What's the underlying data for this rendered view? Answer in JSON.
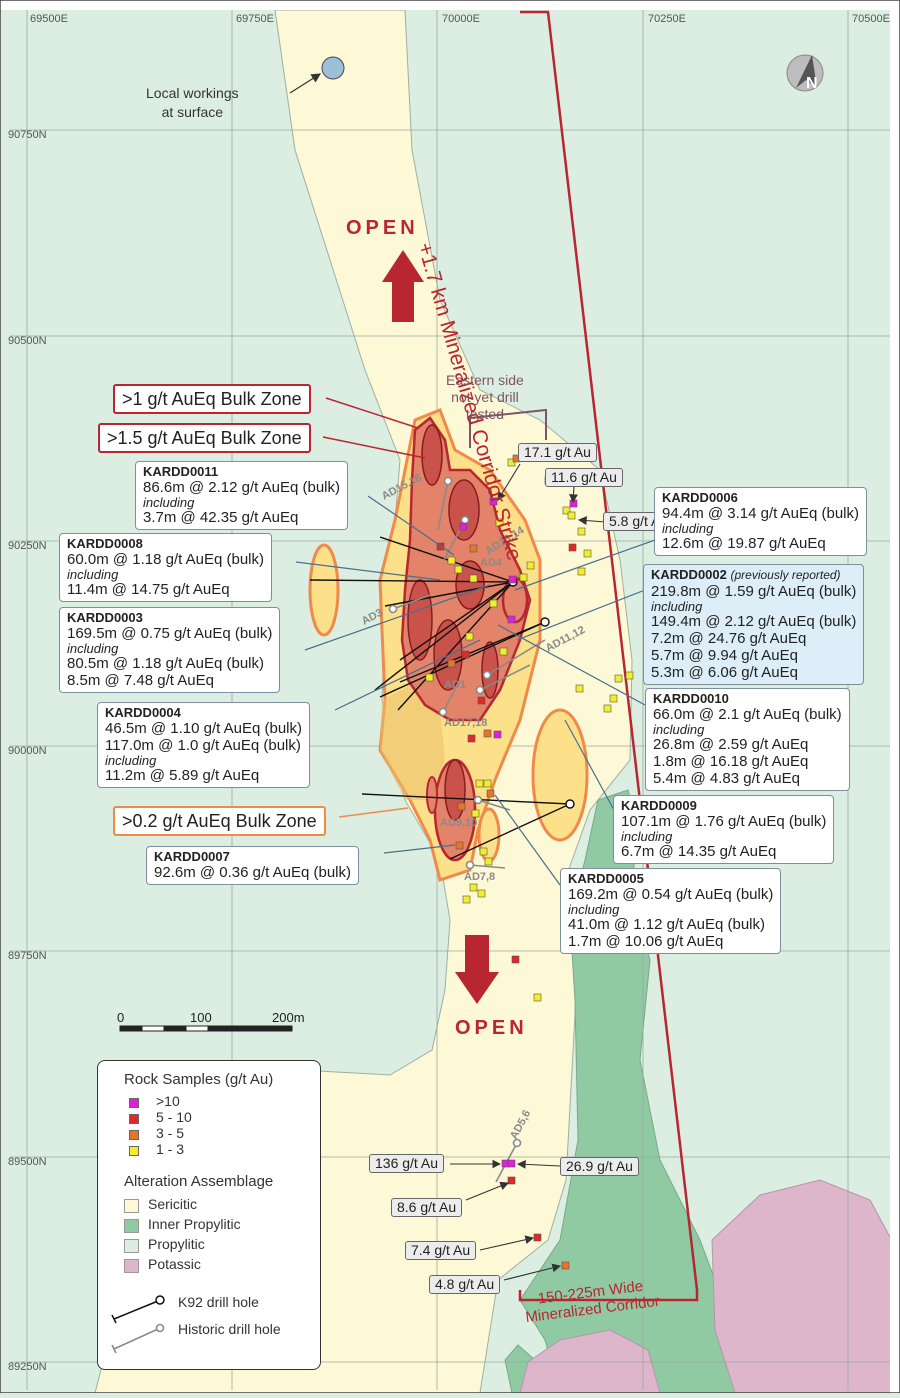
{
  "colors": {
    "sericitic": "#fdf8d6",
    "inner_propylitic": "#8fcaa2",
    "propylitic": "#dceee1",
    "potassic": "#ddb6cc",
    "bulk_02": "#fce08a",
    "bulk_1": "#e2836a",
    "bulk_15": "#c9524a",
    "red": "#b82632",
    "orange_outline": "#f08a4b"
  },
  "grid": {
    "eastings": [
      "69500E",
      "69750E",
      "70000E",
      "70250E",
      "70500E"
    ],
    "northings": [
      "90750N",
      "90500N",
      "90250N",
      "90000N",
      "89750N",
      "89500N",
      "89250N"
    ]
  },
  "icons": {
    "north_arrow": "north-arrow-icon",
    "workings": "circle-marker-icon"
  },
  "annotations": {
    "workings": [
      "Local workings",
      "at surface"
    ],
    "open_north": "OPEN",
    "open_south": "OPEN",
    "strike": "+1.7 km Mineralized Corridor Strike",
    "eastern": [
      "Eastern side",
      "not yet drill",
      "tested"
    ],
    "corridor": [
      "150-225m Wide",
      "Mineralized Corridor"
    ],
    "north_letter": "N"
  },
  "zones": {
    "z1": ">1 g/t AuEq Bulk Zone",
    "z15": ">1.5 g/t AuEq Bulk Zone",
    "z02": ">0.2 g/t AuEq Bulk Zone"
  },
  "drill_labels": [
    "AD15,16",
    "AD13,14",
    "AD3",
    "AD11,12",
    "AD1",
    "AD17,18",
    "AD9,10",
    "AD7,8",
    "AD5,6",
    "AD4"
  ],
  "sample_values": [
    "17.1 g/t Au",
    "11.6 g/t Au",
    "5.8 g/t Au",
    "136 g/t Au",
    "26.9 g/t Au",
    "8.6 g/t Au",
    "7.4 g/t Au",
    "4.8 g/t Au"
  ],
  "scale": {
    "labels": [
      "0",
      "100",
      "200m"
    ]
  },
  "holes": {
    "k11": {
      "name": "KARDD0011",
      "l1": "86.6m @ 2.12 g/t AuEq (bulk)",
      "inc": "including",
      "l2": "3.7m @ 42.35 g/t AuEq"
    },
    "k08": {
      "name": "KARDD0008",
      "l1": "60.0m @ 1.18 g/t AuEq (bulk)",
      "inc": "including",
      "l2": "11.4m @ 14.75 g/t AuEq"
    },
    "k03": {
      "name": "KARDD0003",
      "l1": "169.5m @ 0.75 g/t AuEq (bulk)",
      "inc": "including",
      "l2": "80.5m @ 1.18 g/t AuEq (bulk)",
      "l3": "8.5m @ 7.48 g/t AuEq"
    },
    "k04": {
      "name": "KARDD0004",
      "l1": "46.5m @ 1.10 g/t AuEq (bulk)",
      "l2": "117.0m @ 1.0 g/t AuEq (bulk)",
      "inc": "including",
      "l3": "11.2m @ 5.89 g/t AuEq"
    },
    "k07": {
      "name": "KARDD0007",
      "l1": "92.6m @ 0.36 g/t AuEq (bulk)"
    },
    "k06": {
      "name": "KARDD0006",
      "l1": "94.4m @ 3.14 g/t AuEq (bulk)",
      "inc": "including",
      "l2": "12.6m @ 19.87 g/t AuEq"
    },
    "k02": {
      "name": "KARDD0002",
      "note": "(previously reported)",
      "l1": "219.8m @ 1.59 g/t AuEq (bulk)",
      "inc": "including",
      "l2": "149.4m @ 2.12 g/t AuEq (bulk)",
      "l3": "7.2m @ 24.76 g/t AuEq",
      "l4": "5.7m @ 9.94 g/t AuEq",
      "l5": "5.3m @ 6.06 g/t AuEq"
    },
    "k10": {
      "name": "KARDD0010",
      "l1": "66.0m @ 2.1 g/t AuEq (bulk)",
      "inc": "including",
      "l2": "26.8m @ 2.59 g/t AuEq",
      "l3": "1.8m @ 16.18 g/t AuEq",
      "l4": "5.4m @ 4.83 g/t AuEq"
    },
    "k09": {
      "name": "KARDD0009",
      "l1": "107.1m @ 1.76 g/t AuEq (bulk)",
      "inc": "including",
      "l2": "6.7m @ 14.35 g/t AuEq"
    },
    "k05": {
      "name": "KARDD0005",
      "l1": "169.2m @ 0.54 g/t AuEq (bulk)",
      "inc": "including",
      "l2": "41.0m @ 1.12 g/t AuEq (bulk)",
      "l3": "1.7m @ 10.06 g/t AuEq"
    }
  },
  "legend": {
    "rock_title": "Rock Samples (g/t Au)",
    "rock": [
      {
        "label": ">10",
        "color": "#e020d8"
      },
      {
        "label": "5 - 10",
        "color": "#e02a2a"
      },
      {
        "label": "3 - 5",
        "color": "#e8742a"
      },
      {
        "label": "1 - 3",
        "color": "#f2ee2a"
      }
    ],
    "alt_title": "Alteration Assemblage",
    "alt": [
      {
        "label": "Sericitic",
        "color": "#fdf8d6"
      },
      {
        "label": "Inner Propylitic",
        "color": "#8fcaa2"
      },
      {
        "label": "Propylitic",
        "color": "#dceee1"
      },
      {
        "label": "Potassic",
        "color": "#ddb6cc"
      }
    ],
    "k92": "K92 drill hole",
    "historic": "Historic drill hole"
  }
}
